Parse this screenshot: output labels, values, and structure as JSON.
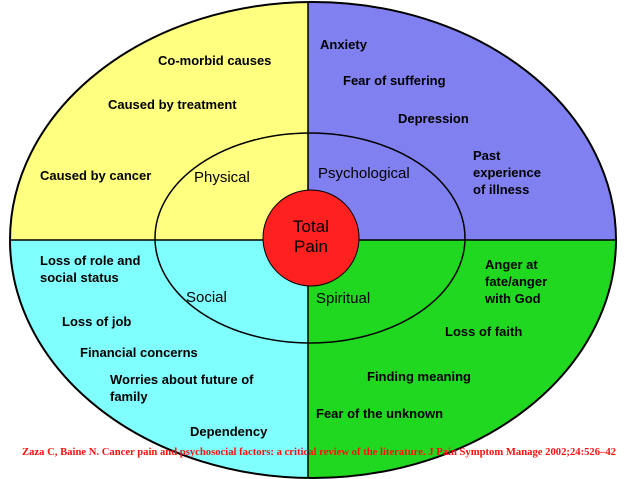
{
  "colors": {
    "physical": "#ffff80",
    "psychological": "#8080f0",
    "social": "#80ffff",
    "spiritual": "#20d820",
    "center": "#ff2020",
    "citation": "#ff1010"
  },
  "center": {
    "line1": "Total",
    "line2": "Pain"
  },
  "quadrants": {
    "physical": {
      "title": "Physical",
      "items": [
        "Co-morbid causes",
        "Caused by treatment",
        "Caused by cancer"
      ]
    },
    "psychological": {
      "title": "Psychological",
      "items": [
        "Anxiety",
        "Fear of suffering",
        "Depression",
        "Past",
        "experience",
        "of illness"
      ]
    },
    "social": {
      "title": "Social",
      "items": [
        "Loss of role and",
        "social status",
        "Loss of job",
        "Financial concerns",
        "Worries about future of",
        "family",
        "Dependency"
      ]
    },
    "spiritual": {
      "title": "Spiritual",
      "items": [
        "Anger at",
        "fate/anger",
        "with God",
        "Loss of faith",
        "Finding meaning",
        "Fear of the unknown"
      ]
    }
  },
  "citation": "Zaza C, Baine N. Cancer pain and psychosocial factors: a critical review of the literature. J Pain Symptom Manage 2002;24:526–42"
}
